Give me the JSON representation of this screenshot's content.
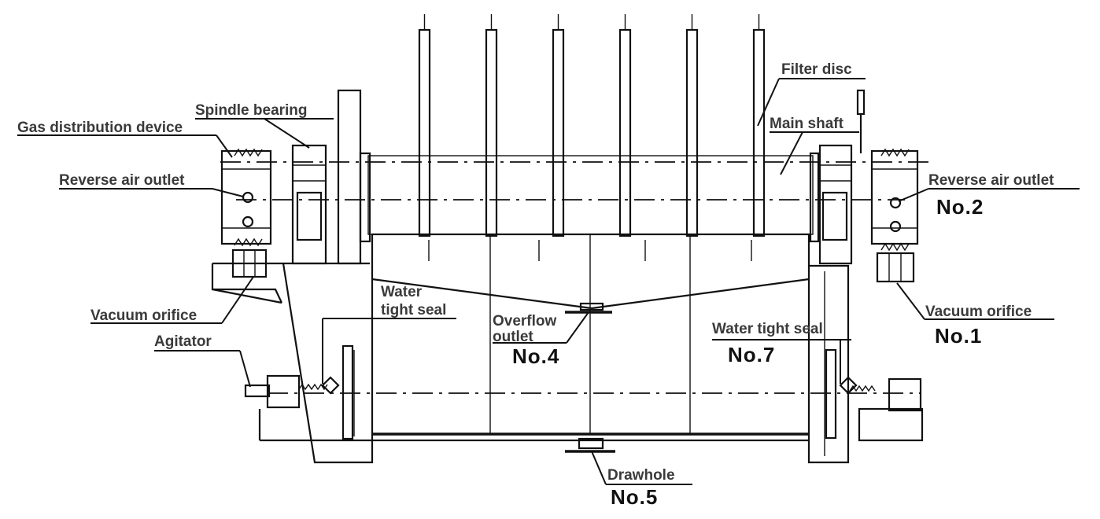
{
  "labels": {
    "filter_disc": "Filter disc",
    "spindle_bearing": "Spindle bearing",
    "gas_distribution_device": "Gas distribution device",
    "main_shaft": "Main shaft",
    "reverse_air_outlet_left": "Reverse air outlet",
    "reverse_air_outlet_right": "Reverse air outlet",
    "vacuum_orifice_left": "Vacuum orifice",
    "vacuum_orifice_right": "Vacuum orifice",
    "agitator": "Agitator",
    "water_tight_seal_left_line1": "Water",
    "water_tight_seal_left_line2": "tight seal",
    "water_tight_seal_right": "Water tight seal",
    "overflow_outlet_line1": "Overflow",
    "overflow_outlet_line2": "outlet",
    "drawhole": "Drawhole"
  },
  "numbers": {
    "no2": "No.2",
    "no1": "No.1",
    "no4": "No.4",
    "no7": "No.7",
    "no5": "No.5"
  }
}
